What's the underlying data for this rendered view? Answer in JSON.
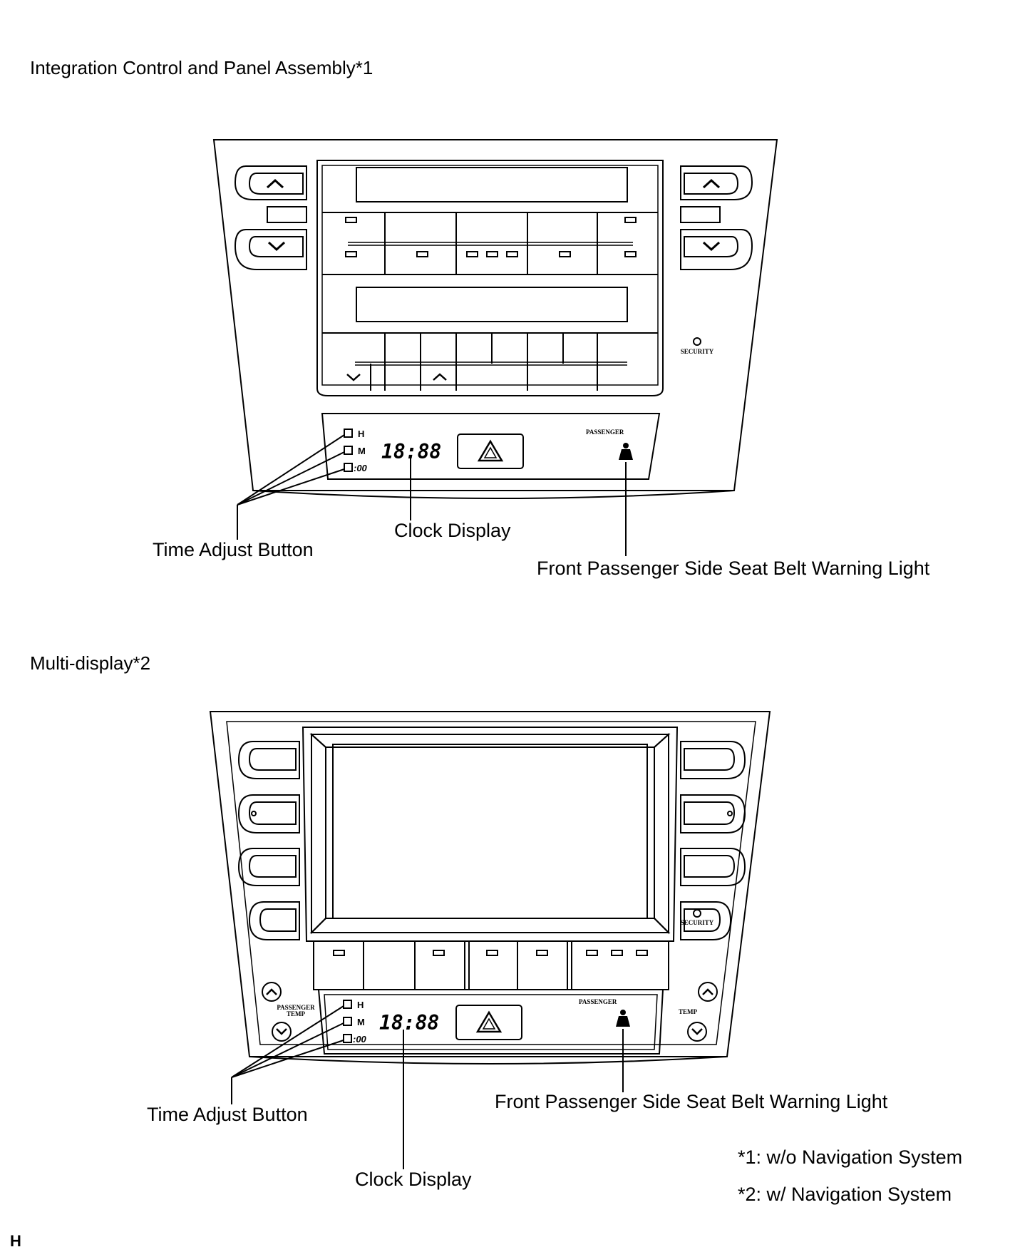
{
  "section1": {
    "title": "Integration Control and Panel Assembly*1",
    "labels": {
      "time_adjust": "Time Adjust Button",
      "clock_display": "Clock Display",
      "seat_belt": "Front Passenger Side Seat Belt Warning Light"
    },
    "panel": {
      "clock_readout": "18:88",
      "hour_button": "H",
      "minute_button": "M",
      "zero_button": ":00",
      "passenger": "PASSENGER",
      "security": "SECURITY"
    }
  },
  "section2": {
    "title": "Multi-display*2",
    "labels": {
      "time_adjust": "Time Adjust Button",
      "clock_display": "Clock Display",
      "seat_belt": "Front Passenger Side Seat Belt Warning Light"
    },
    "panel": {
      "clock_readout": "18:88",
      "hour_button": "H",
      "minute_button": "M",
      "zero_button": ":00",
      "passenger": "PASSENGER",
      "security": "SECURITY",
      "passenger_temp_line1": "PASSENGER",
      "passenger_temp_line2": "TEMP",
      "temp": "TEMP"
    }
  },
  "footnotes": {
    "note1": "*1: w/o Navigation System",
    "note2": "*2: w/ Navigation System"
  },
  "corner_mark": "H"
}
